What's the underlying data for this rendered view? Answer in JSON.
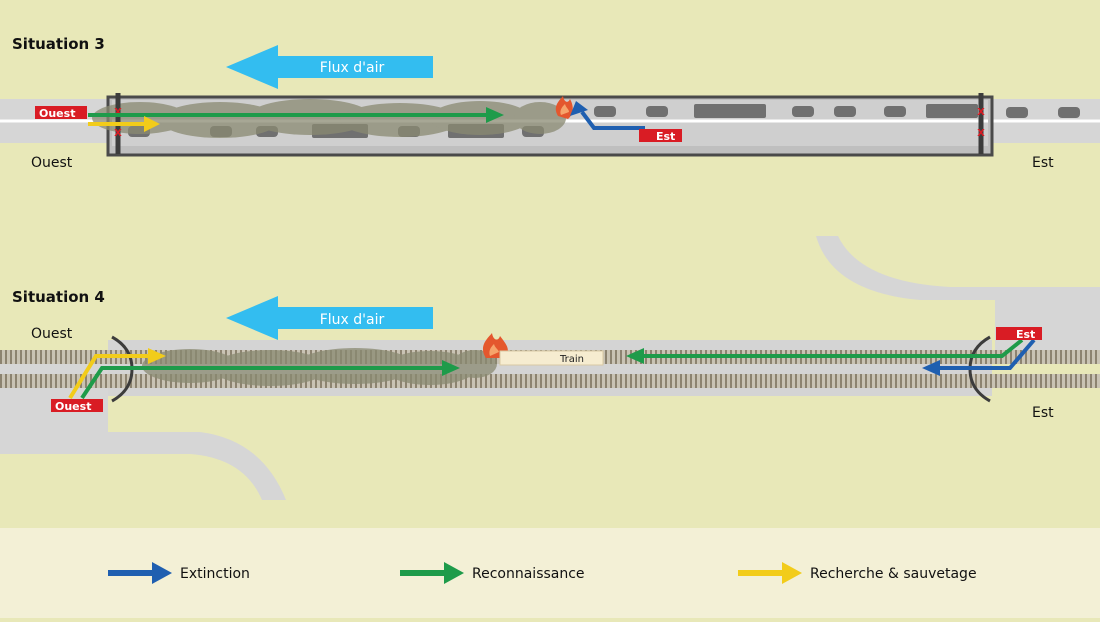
{
  "colors": {
    "background": "#e8e8b8",
    "legend_band": "#f3f0d6",
    "road": "#d8d8d8",
    "tunnel": "#c9c9c9",
    "airflow": "#33bdf0",
    "extinction": "#1f5fb0",
    "reconnaissance": "#1e9b4a",
    "recherche": "#f2cc1a",
    "tag": "#d91c24",
    "smoke": "#8a8a72",
    "train": "#f6ecd0"
  },
  "situation3": {
    "title": "Situation 3",
    "airflow_label": "Flux d'air",
    "west_label": "Ouest",
    "east_label": "Est",
    "west_tag": "Ouest",
    "east_tag": "Est",
    "closure_mark": "X"
  },
  "situation4": {
    "title": "Situation 4",
    "airflow_label": "Flux d'air",
    "west_label": "Ouest",
    "east_label": "Est",
    "west_tag": "Ouest",
    "east_tag": "Est",
    "train_label": "Train"
  },
  "legend": [
    {
      "label": "Extinction",
      "color": "#1f5fb0"
    },
    {
      "label": "Reconnaissance",
      "color": "#1e9b4a"
    },
    {
      "label": "Recherche & sauvetage",
      "color": "#f2cc1a"
    }
  ]
}
